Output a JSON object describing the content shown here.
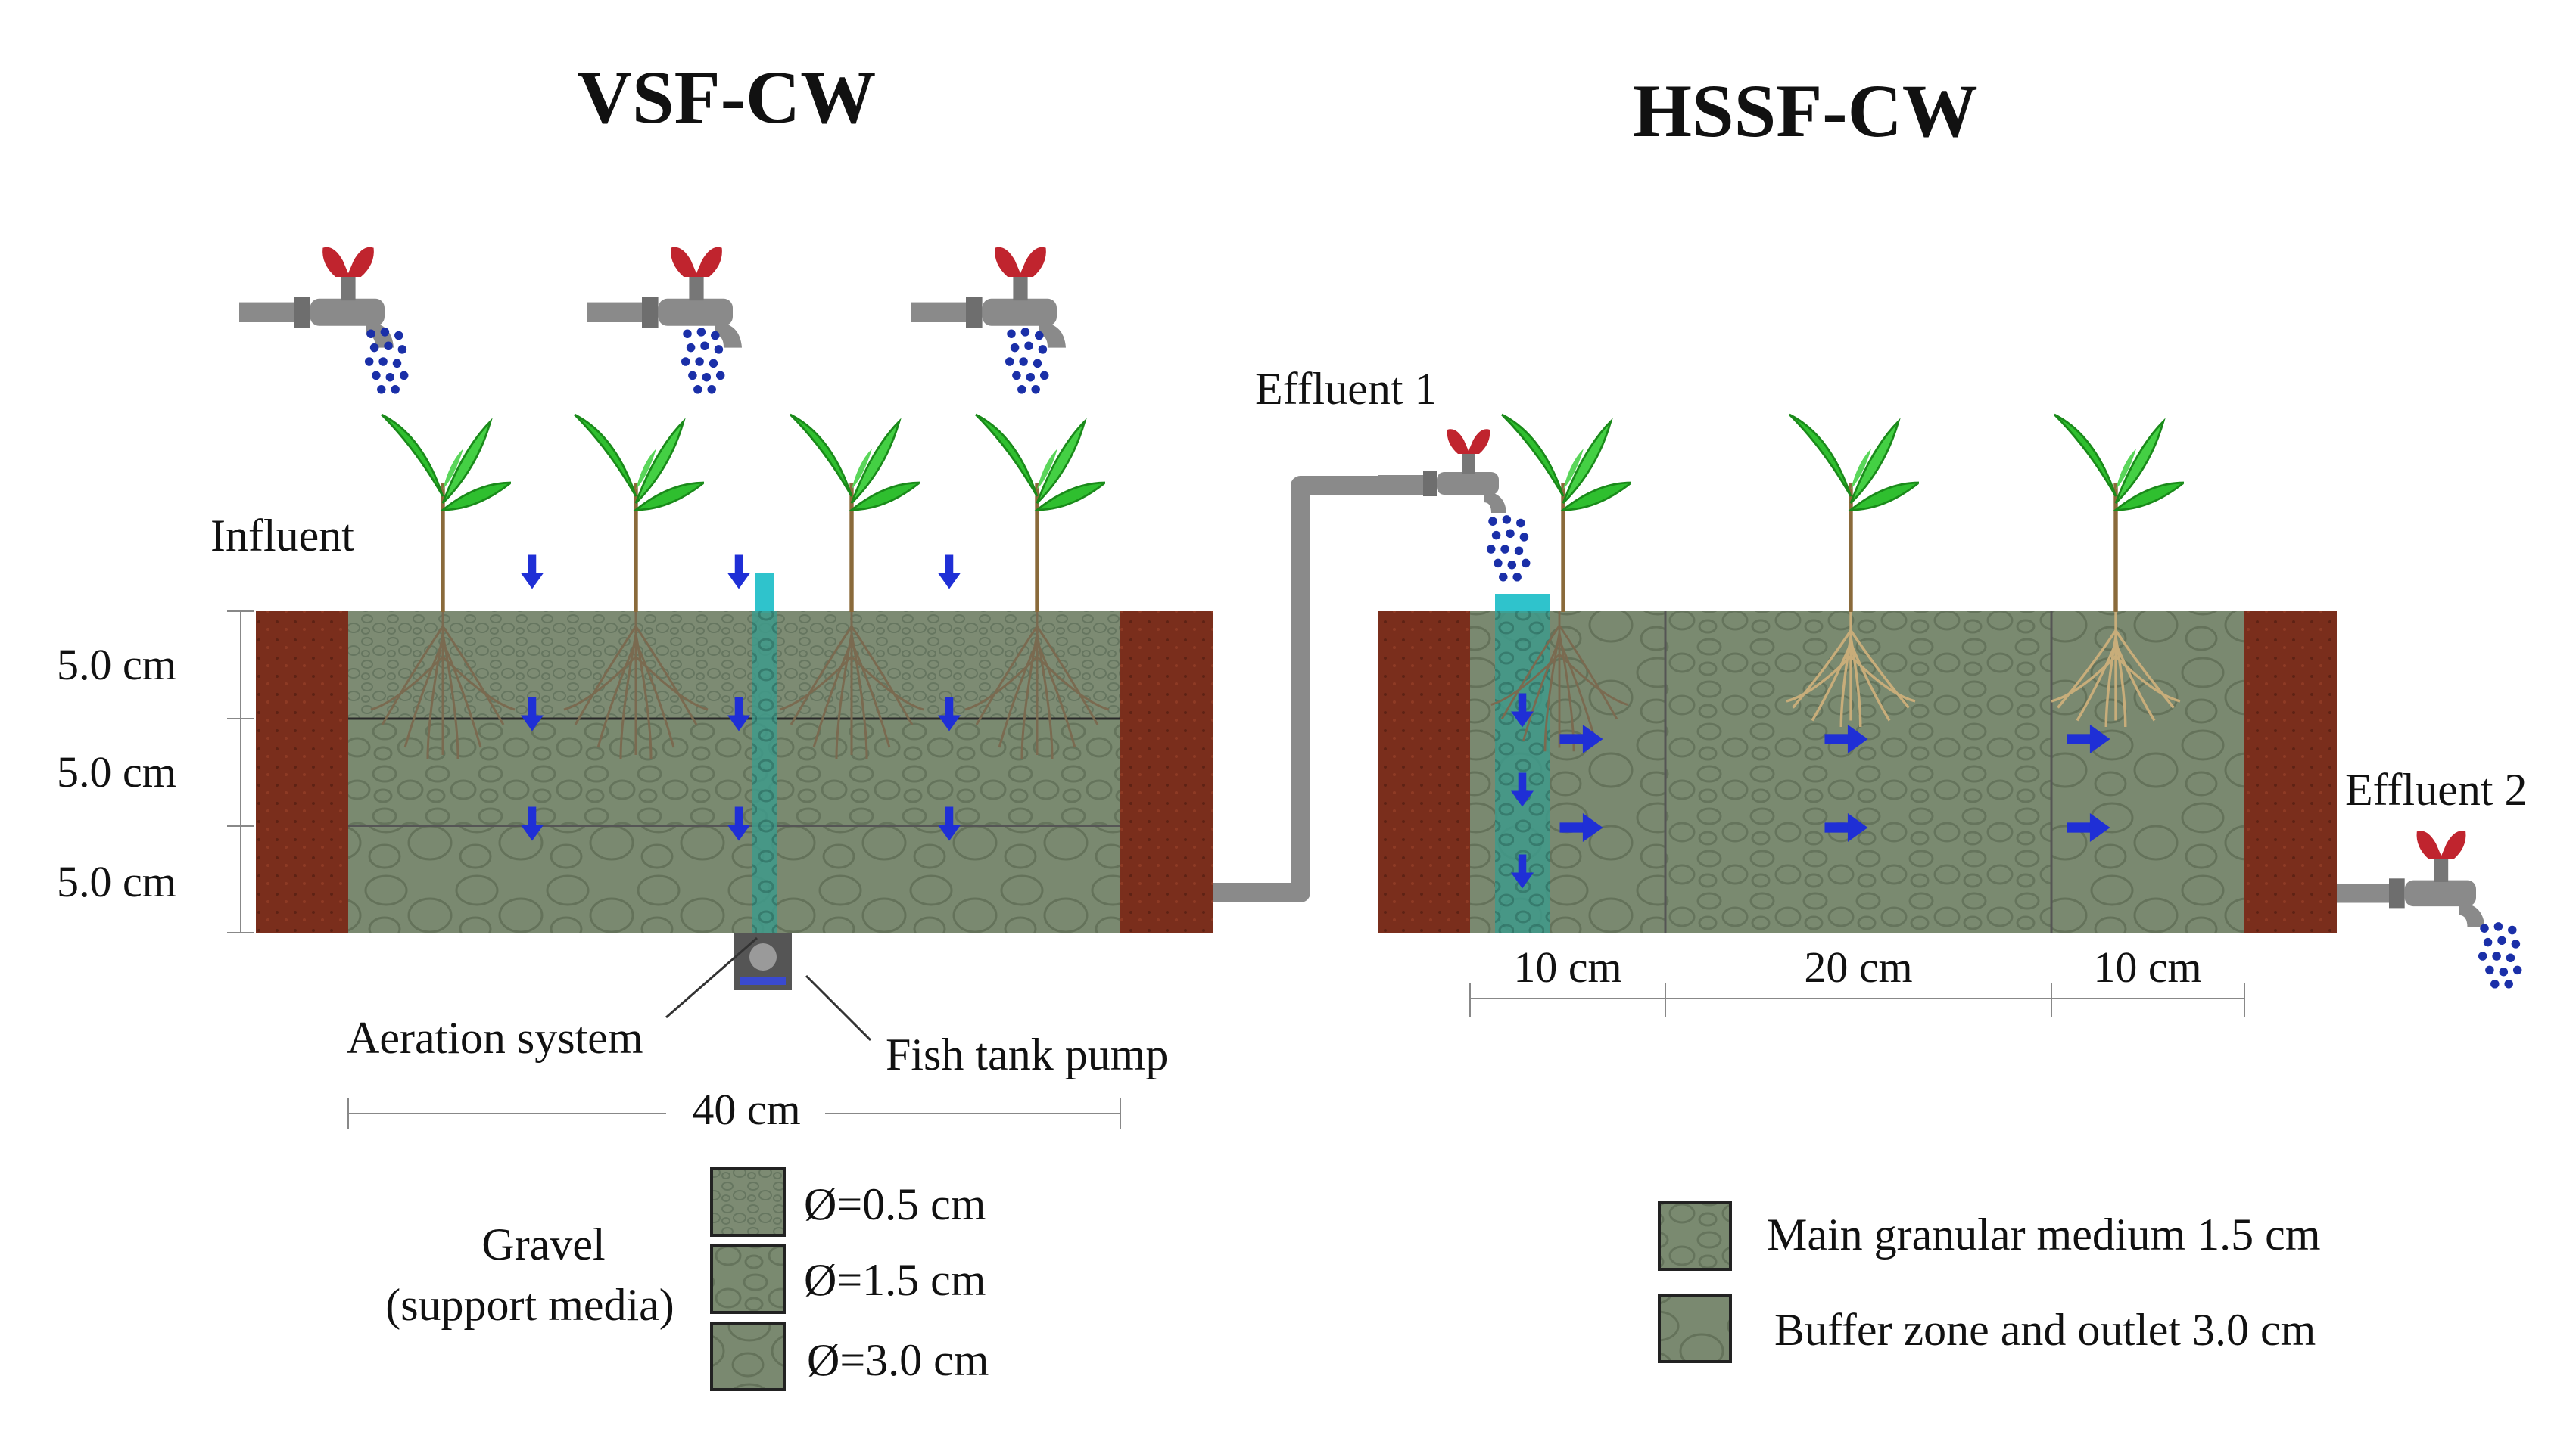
{
  "titles": {
    "left": "VSF-CW",
    "right": "HSSF-CW"
  },
  "labels": {
    "influent": "Influent",
    "effluent1": "Effluent 1",
    "effluent2": "Effluent 2",
    "aeration": "Aeration system",
    "pump": "Fish tank pump"
  },
  "dimensions": {
    "layer_top": "5.0 cm",
    "layer_mid": "5.0 cm",
    "layer_bot": "5.0 cm",
    "vsf_length": "40 cm",
    "hssf_inlet": "10 cm",
    "hssf_main": "20 cm",
    "hssf_outlet": "10 cm"
  },
  "legend_left": {
    "title_line1": "Gravel",
    "title_line2": "(support media)",
    "items": [
      "Ø=0.5 cm",
      "Ø=1.5 cm",
      "Ø=3.0 cm"
    ]
  },
  "legend_right": {
    "items": [
      "Main granular medium 1.5 cm",
      "Buffer zone and outlet 3.0 cm"
    ]
  },
  "colors": {
    "gravel": "#7a8a72",
    "wall": "#7a2e1c",
    "pipe": "#8a8a8a",
    "tap_handle": "#c0242e",
    "water": "#1a2fa8",
    "arrow": "#1f2fd6",
    "leaf": "#2fbf2f",
    "aeration": "#2fb8c0"
  }
}
